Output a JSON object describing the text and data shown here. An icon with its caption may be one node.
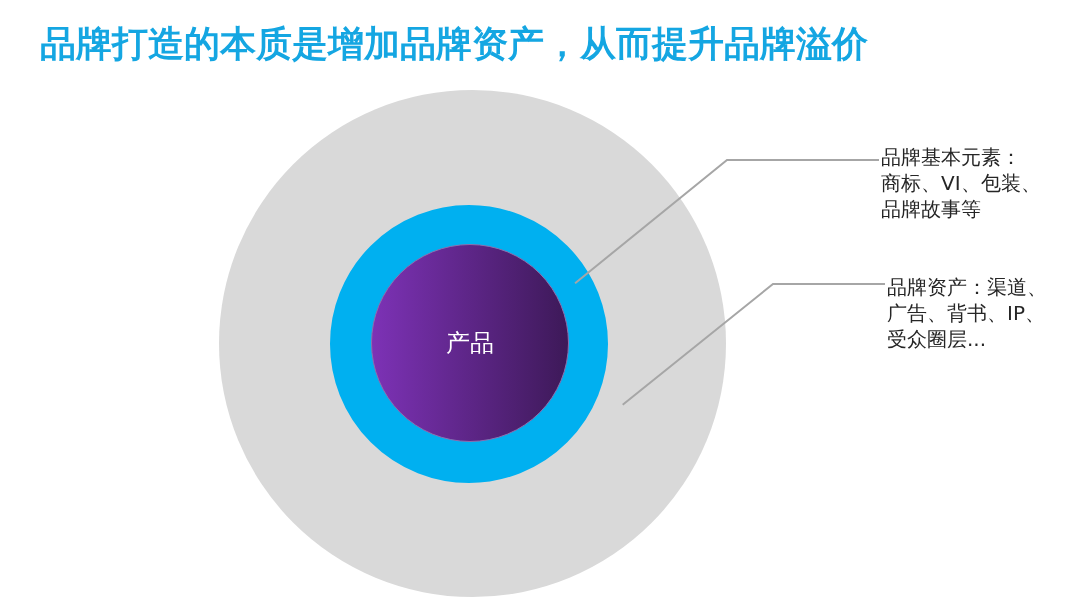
{
  "diagram": {
    "title": "品牌打造的本质是增加品牌资产，从而提升品牌溢价",
    "nodes": [
      {
        "text": [],
        "shape": "circle"
      },
      {
        "text": [],
        "shape": "ring",
        "in": 0
      },
      {
        "text": [
          "产品"
        ],
        "in": 1
      },
      {
        "text": [
          "品牌基本元素：商标、VI、包装、品牌故事等"
        ]
      },
      {
        "text": [
          "品牌资产：渠道、广告、背书、IP、受众圈层..."
        ]
      }
    ],
    "edges": [
      {
        "from": 3,
        "to": 1,
        "arrow": "none"
      },
      {
        "from": 4,
        "to": 0,
        "arrow": "none"
      }
    ]
  }
}
